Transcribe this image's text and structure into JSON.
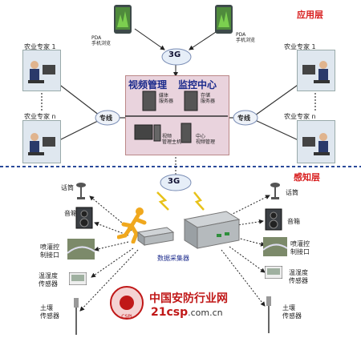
{
  "layers": {
    "application": "应用层",
    "sensing": "感知层"
  },
  "network": {
    "cloud_top": "3G",
    "cloud_bottom": "3G",
    "left_line": "专线",
    "right_line": "专线"
  },
  "pda": {
    "left": [
      "PDA",
      "手机浏览"
    ],
    "right": [
      "PDA",
      "手机浏览"
    ]
  },
  "experts": {
    "left_top": "农业专家 1",
    "left_bottom": "农业专家 n",
    "right_top": "农业专家 1",
    "right_bottom": "农业专家 n"
  },
  "center": {
    "title_left": "视频管理",
    "title_right": "监控中心",
    "media_server": [
      "媒体",
      "服务器"
    ],
    "storage_server": [
      "存储",
      "服务器"
    ],
    "video_host": [
      "视频",
      "管理主机"
    ],
    "center_video": [
      "中心",
      "视频管理"
    ]
  },
  "collector": "数据采集器",
  "devices_left": {
    "mic": "话筒",
    "speaker": "音箱",
    "sprinkler": [
      "喷灌控",
      "制接口"
    ],
    "temp_humidity": [
      "温湿度",
      "传感器"
    ],
    "soil": [
      "土壤",
      "传感器"
    ]
  },
  "devices_right": {
    "mic": "话筒",
    "speaker": "音箱",
    "sprinkler": [
      "喷灌控",
      "制接口"
    ],
    "temp_humidity": [
      "温湿度",
      "传感器"
    ],
    "soil": [
      "土壤",
      "传感器"
    ]
  },
  "branding": {
    "name": "中国安防行业网",
    "url": "21csp",
    "url_suffix": ".com.cn",
    "badge": "CSPI"
  }
}
